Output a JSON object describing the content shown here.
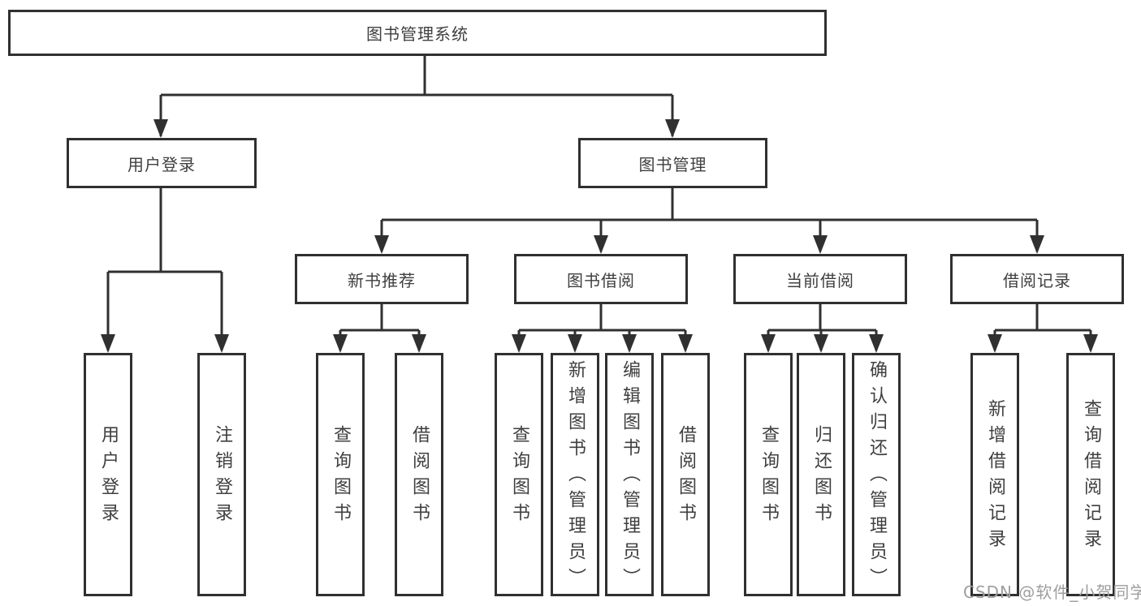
{
  "diagram": {
    "type": "hierarchy-tree",
    "nodes": {
      "root": {
        "label": "图书管理系统"
      },
      "user_login": {
        "label": "用户登录"
      },
      "book_mgmt": {
        "label": "图书管理"
      },
      "new_book_rec": {
        "label": "新书推荐"
      },
      "book_borrow": {
        "label": "图书借阅"
      },
      "current_borrow": {
        "label": "当前借阅"
      },
      "borrow_record": {
        "label": "借阅记录"
      },
      "leaf_user_login": {
        "label": "用户登录"
      },
      "leaf_logout": {
        "label": "注销登录"
      },
      "rec_query_book": {
        "label": "查询图书"
      },
      "rec_borrow_book": {
        "label": "借阅图书"
      },
      "bor_query_book": {
        "label": "查询图书"
      },
      "bor_add_book": {
        "label": "新增图书（管理员）"
      },
      "bor_edit_book": {
        "label": "编辑图书（管理员）"
      },
      "bor_borrow_book": {
        "label": "借阅图书"
      },
      "cur_query_book": {
        "label": "查询图书"
      },
      "cur_return_book": {
        "label": "归还图书"
      },
      "cur_confirm_return": {
        "label": "确认归还（管理员）"
      },
      "rec_add_record": {
        "label": "新增借阅记录"
      },
      "rec_query_record": {
        "label": "查询借阅记录"
      }
    },
    "hierarchy": {
      "图书管理系统": {
        "用户登录": [
          "用户登录",
          "注销登录"
        ],
        "图书管理": {
          "新书推荐": [
            "查询图书",
            "借阅图书"
          ],
          "图书借阅": [
            "查询图书",
            "新增图书（管理员）",
            "编辑图书（管理员）",
            "借阅图书"
          ],
          "当前借阅": [
            "查询图书",
            "归还图书",
            "确认归还（管理员）"
          ],
          "借阅记录": [
            "新增借阅记录",
            "查询借阅记录"
          ]
        }
      }
    },
    "colors": {
      "line": "#303030",
      "text": "#3f3f3f",
      "background": "#ffffff",
      "watermark": "#9e9e9e"
    }
  },
  "watermark": {
    "text": "CSDN @软件_小贺同学"
  }
}
